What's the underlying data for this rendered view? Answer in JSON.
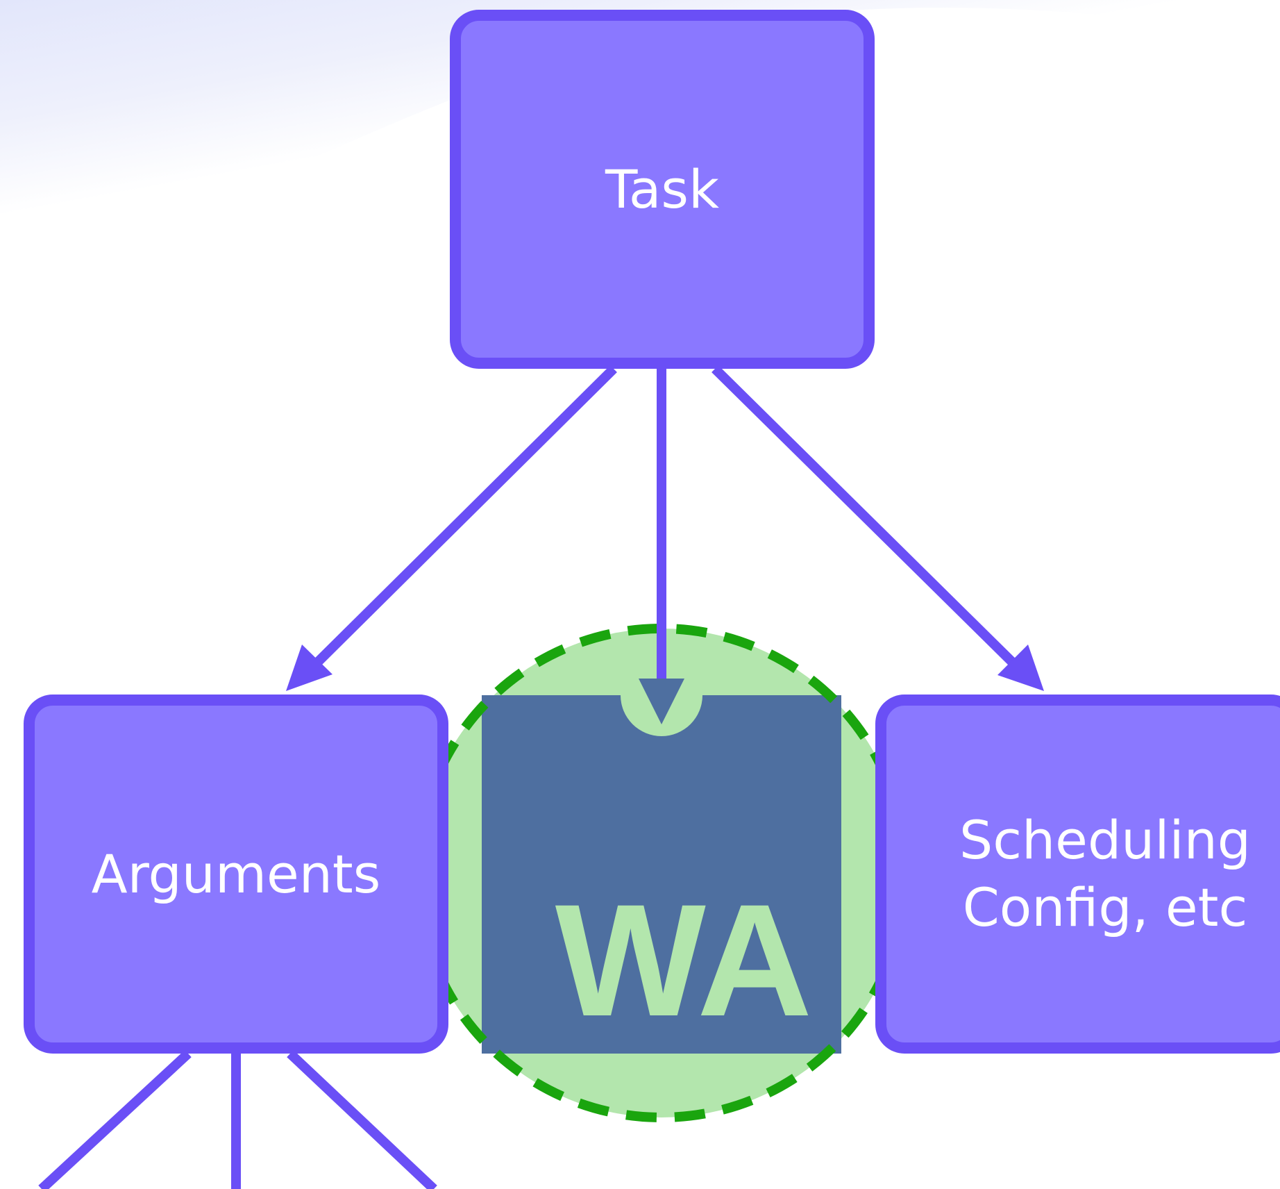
{
  "nodes": {
    "task": {
      "label": "Task"
    },
    "arguments": {
      "label": "Arguments"
    },
    "scheduling": {
      "label": "Scheduling\nConfig, etc"
    }
  },
  "badge": {
    "label": "WA",
    "icon": "wa-logo-icon"
  },
  "colors": {
    "node_fill": "#8a78ff",
    "node_border": "#6a4ff6",
    "edge": "#6a4ff6",
    "badge_square": "#4e6fa0",
    "badge_circle": "#b3e6ad",
    "badge_dash": "#1aa50e",
    "background_wash": "#e4e8fb"
  }
}
